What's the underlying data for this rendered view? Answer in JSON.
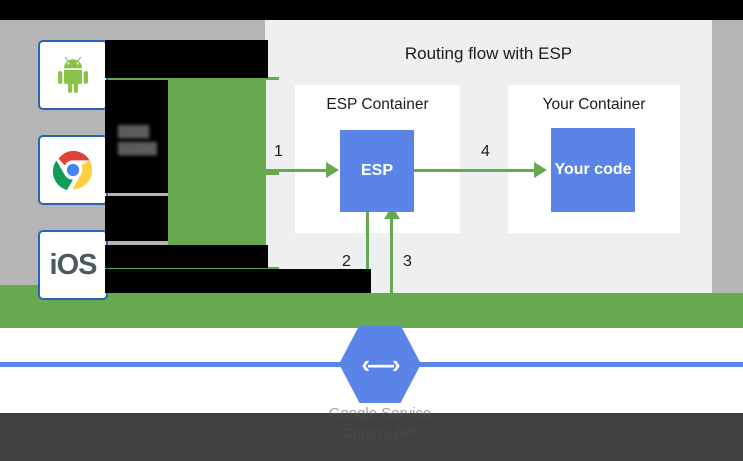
{
  "diagram": {
    "title": "Routing flow with ESP",
    "containers": [
      {
        "label": "ESP Container",
        "service": "ESP"
      },
      {
        "label": "Your Container",
        "service": "Your code"
      }
    ],
    "steps": [
      {
        "number": "1",
        "from": "clients",
        "to": "ESP"
      },
      {
        "number": "2",
        "from": "ESP",
        "to": "Google Service Control API"
      },
      {
        "number": "3",
        "from": "Google Service Control API",
        "to": "ESP"
      },
      {
        "number": "4",
        "from": "ESP",
        "to": "Your code"
      }
    ],
    "step_labels": [
      "1",
      "2",
      "3",
      "4"
    ],
    "esp_box_label": "ESP",
    "your_code_label": "Your code"
  },
  "clients": [
    {
      "name": "android",
      "icon": "android-icon",
      "label": ""
    },
    {
      "name": "chrome",
      "icon": "chrome-icon",
      "label": ""
    },
    {
      "name": "ios",
      "icon": "ios-icon",
      "label": "iOS"
    }
  ],
  "footer": {
    "caption_line1": "Google Service",
    "caption_line2": "Control API",
    "hex_glyph": "‹—›"
  },
  "redacted": {
    "blurred_line1": "████",
    "blurred_line2": "█████"
  },
  "colors": {
    "green": "#67a94e",
    "blue": "#5b84e8",
    "panel_bg": "#eeeff1",
    "page_bg": "#b5b5b5",
    "footer_bg": "#414141",
    "card_border": "#2a62b6"
  }
}
